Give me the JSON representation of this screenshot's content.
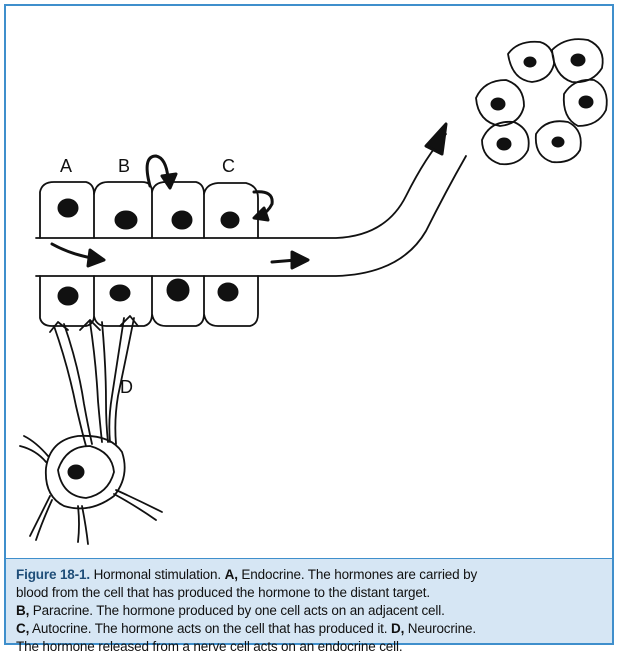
{
  "figure": {
    "labels": {
      "a": "A",
      "b": "B",
      "c": "C",
      "d": "D"
    }
  },
  "caption": {
    "figure_number": "Figure 18-1.",
    "line1_rest": " Hormonal stimulation. ",
    "a_key": "A,",
    "a_text": " Endocrine. The hormones are carried by",
    "line2": "blood from the cell that has produced the hormone to the distant target.",
    "b_key": "B,",
    "b_text": " Paracrine. The hormone produced by one cell acts on an adjacent cell.",
    "c_key": "C,",
    "c_text": " Autocrine. The hormone acts on the cell that has produced it. ",
    "d_key": "D,",
    "d_text": " Neurocrine.",
    "line5": "The hormone released from a nerve cell acts on an endocrine cell."
  },
  "colors": {
    "frame": "#3f8fcc",
    "caption_bg": "#d6e6f4"
  }
}
